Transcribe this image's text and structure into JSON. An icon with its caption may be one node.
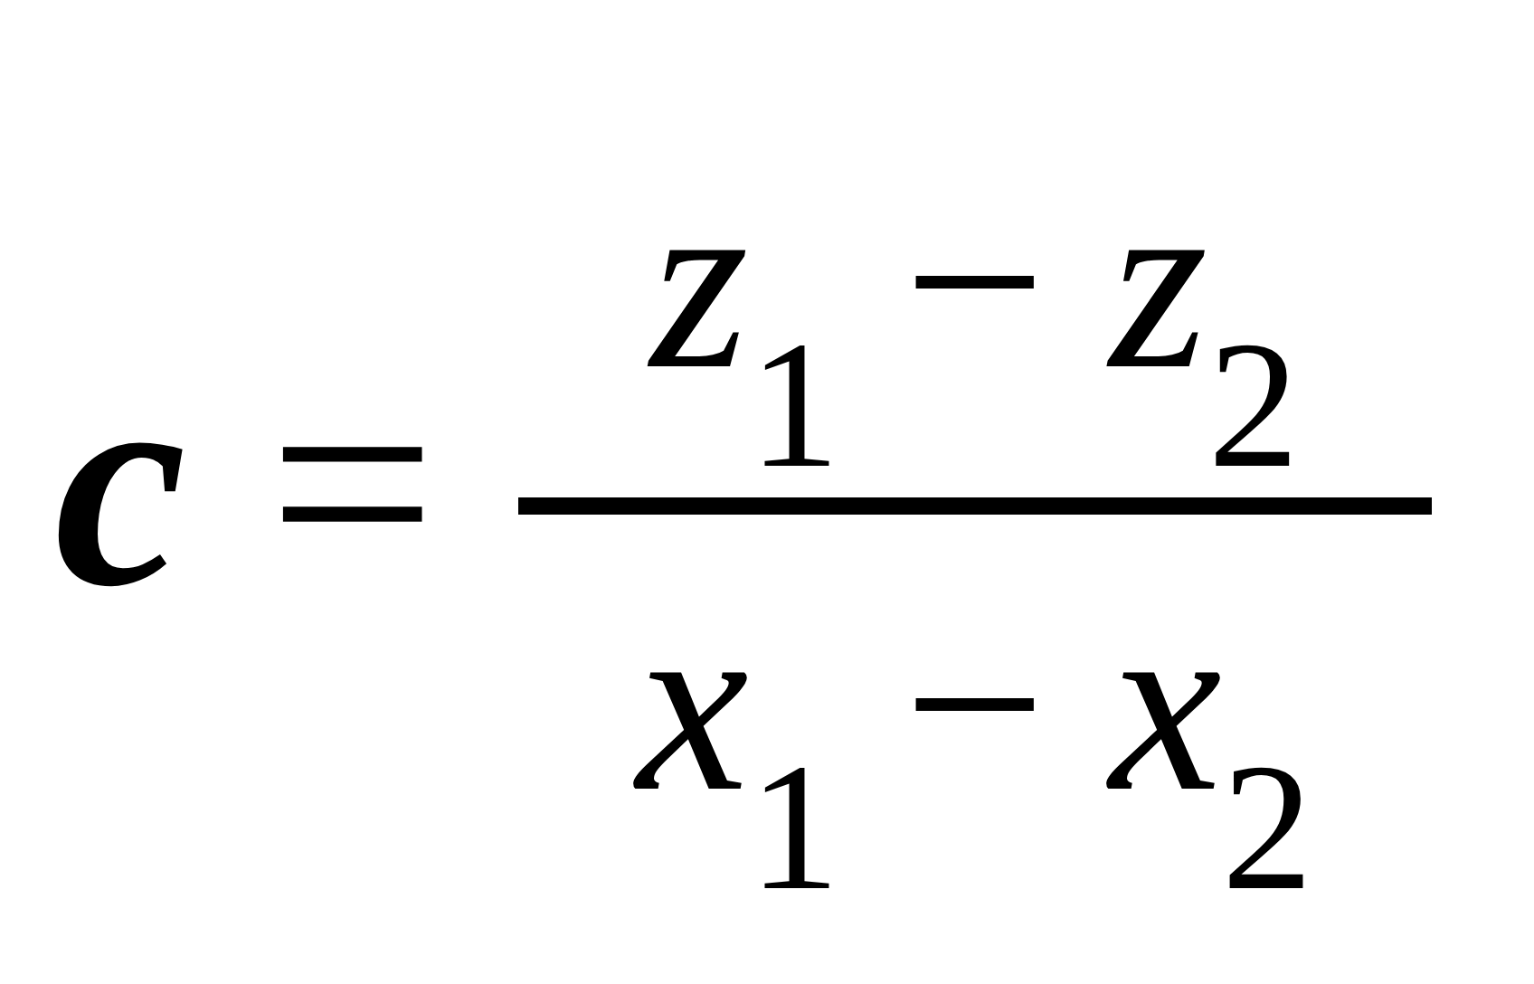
{
  "diagram": {
    "nodes": [
      {
        "text": [],
        "shape": "bar"
      }
    ],
    "labels": [
      "c",
      "=",
      "*z*$_{1}$ − *z*$_{2}$",
      "*x*$_{1}$ − *x*$_{2}$"
    ]
  }
}
